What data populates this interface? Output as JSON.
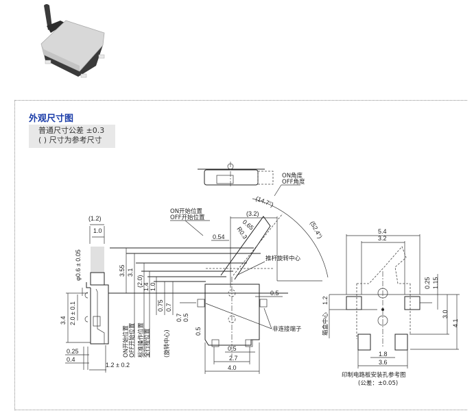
{
  "product_image": {
    "alt": "detector-switch-photo"
  },
  "section": {
    "title": "外观尺寸图",
    "notes": [
      "普通尺寸公差 ±0.3",
      "( ) 尺寸为参考尺寸"
    ]
  },
  "top_view": {
    "angle_labels": [
      "ON角度",
      "OFF角度"
    ],
    "angle_small": "(14.7°)",
    "angle_large": "(52.4°)"
  },
  "side_view": {
    "dims": {
      "w_ref": "(1.2)",
      "w": "1.0",
      "dia": "φ0.6 ± 0.05",
      "h34": "3.4",
      "h20": "2.0 ± 0.1",
      "d025": "0.25",
      "d04": "0.4",
      "d12": "1.2 ± 0.2"
    }
  },
  "front_view": {
    "start_labels": [
      "ON开始位置",
      "OFF开始位置"
    ],
    "dims": {
      "d32": "(3.2)",
      "d065": "0.65",
      "r03": "R0.3",
      "d054": "0.54",
      "d355": "3.55",
      "d31": "3.1",
      "d20": "(2.0)",
      "d14": "1.4",
      "d10": "1.0",
      "d075": "0.75",
      "d07a": "0.7",
      "d07b": "0.7",
      "d05a": "0.5",
      "d05b": "0.5",
      "d05c": "0.5",
      "d05d": "0.5",
      "d27": "2.7",
      "d40": "4.0"
    },
    "vertical_labels": [
      "ON开始位置",
      "OFF开始位置",
      "标准操作位置",
      "全行程位置",
      "(旋转中心)"
    ],
    "pivot_label": "推杆旋转中心",
    "nc_terminal_label": "非连接端子"
  },
  "pcb_view": {
    "dims": {
      "d54": "5.4",
      "d32": "3.2",
      "d025": "0.25",
      "d115": "1.15",
      "d30": "3.0",
      "d41": "4.1",
      "d12": "1.2",
      "d18": "1.8",
      "d36": "3.6"
    },
    "center_label": "箱盒中心",
    "caption": "印制电路板安装孔参考图",
    "tolerance": "(公差：±0.05)"
  }
}
